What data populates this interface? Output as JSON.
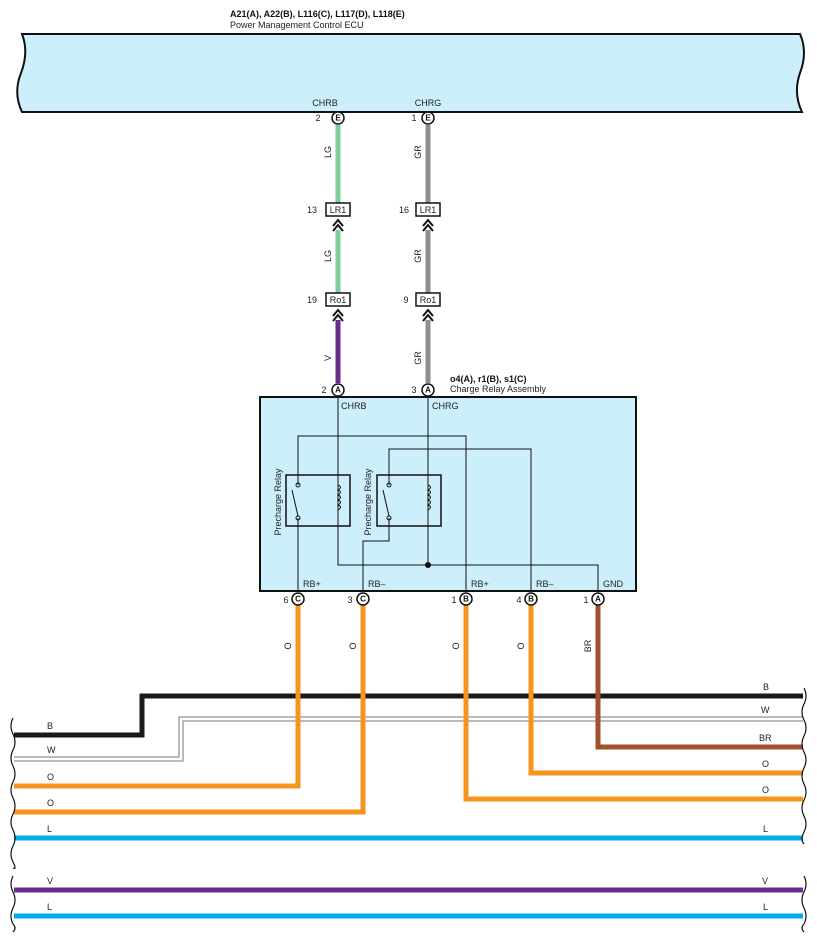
{
  "colors": {
    "LG": "#7ecb9c",
    "GR": "#8f8f91",
    "V": "#6a2c8f",
    "O": "#f7941d",
    "BR": "#a0522d",
    "B": "#1a1a1a",
    "W": "#ffffff",
    "L": "#00aeef",
    "component_fill": "#cdeefb"
  },
  "ecu": {
    "connectors": "A21(A), A22(B), L116(C), L117(D), L118(E)",
    "name": "Power Management Control ECU",
    "pins": [
      {
        "num": "2",
        "letter": "E",
        "signal": "CHRB"
      },
      {
        "num": "1",
        "letter": "E",
        "signal": "CHRG"
      }
    ]
  },
  "wire_labels": {
    "left": [
      "LG",
      "LG",
      "V"
    ],
    "right": [
      "GR",
      "GR",
      "GR"
    ]
  },
  "junctions": [
    {
      "num": "13",
      "name": "LR1"
    },
    {
      "num": "16",
      "name": "LR1"
    },
    {
      "num": "19",
      "name": "Ro1"
    },
    {
      "num": "9",
      "name": "Ro1"
    }
  ],
  "relay_assembly": {
    "connectors": "o4(A), r1(B), s1(C)",
    "name": "Charge Relay Assembly",
    "top_pins": [
      {
        "num": "2",
        "letter": "A",
        "signal": "CHRB"
      },
      {
        "num": "3",
        "letter": "A",
        "signal": "CHRG"
      }
    ],
    "relays": [
      "Precharge Relay",
      "Precharge Relay"
    ],
    "bottom_pins": [
      {
        "num": "6",
        "letter": "C",
        "signal": "RB+",
        "wire": "O"
      },
      {
        "num": "3",
        "letter": "C",
        "signal": "RB–",
        "wire": "O"
      },
      {
        "num": "1",
        "letter": "B",
        "signal": "RB+",
        "wire": "O"
      },
      {
        "num": "4",
        "letter": "B",
        "signal": "RB–",
        "wire": "O"
      },
      {
        "num": "1",
        "letter": "A",
        "signal": "GND",
        "wire": "BR"
      }
    ]
  },
  "buses": {
    "left": [
      "B",
      "W",
      "O",
      "O",
      "L",
      "V",
      "L"
    ],
    "right": [
      "B",
      "W",
      "BR",
      "O",
      "O",
      "L",
      "V",
      "L"
    ]
  }
}
